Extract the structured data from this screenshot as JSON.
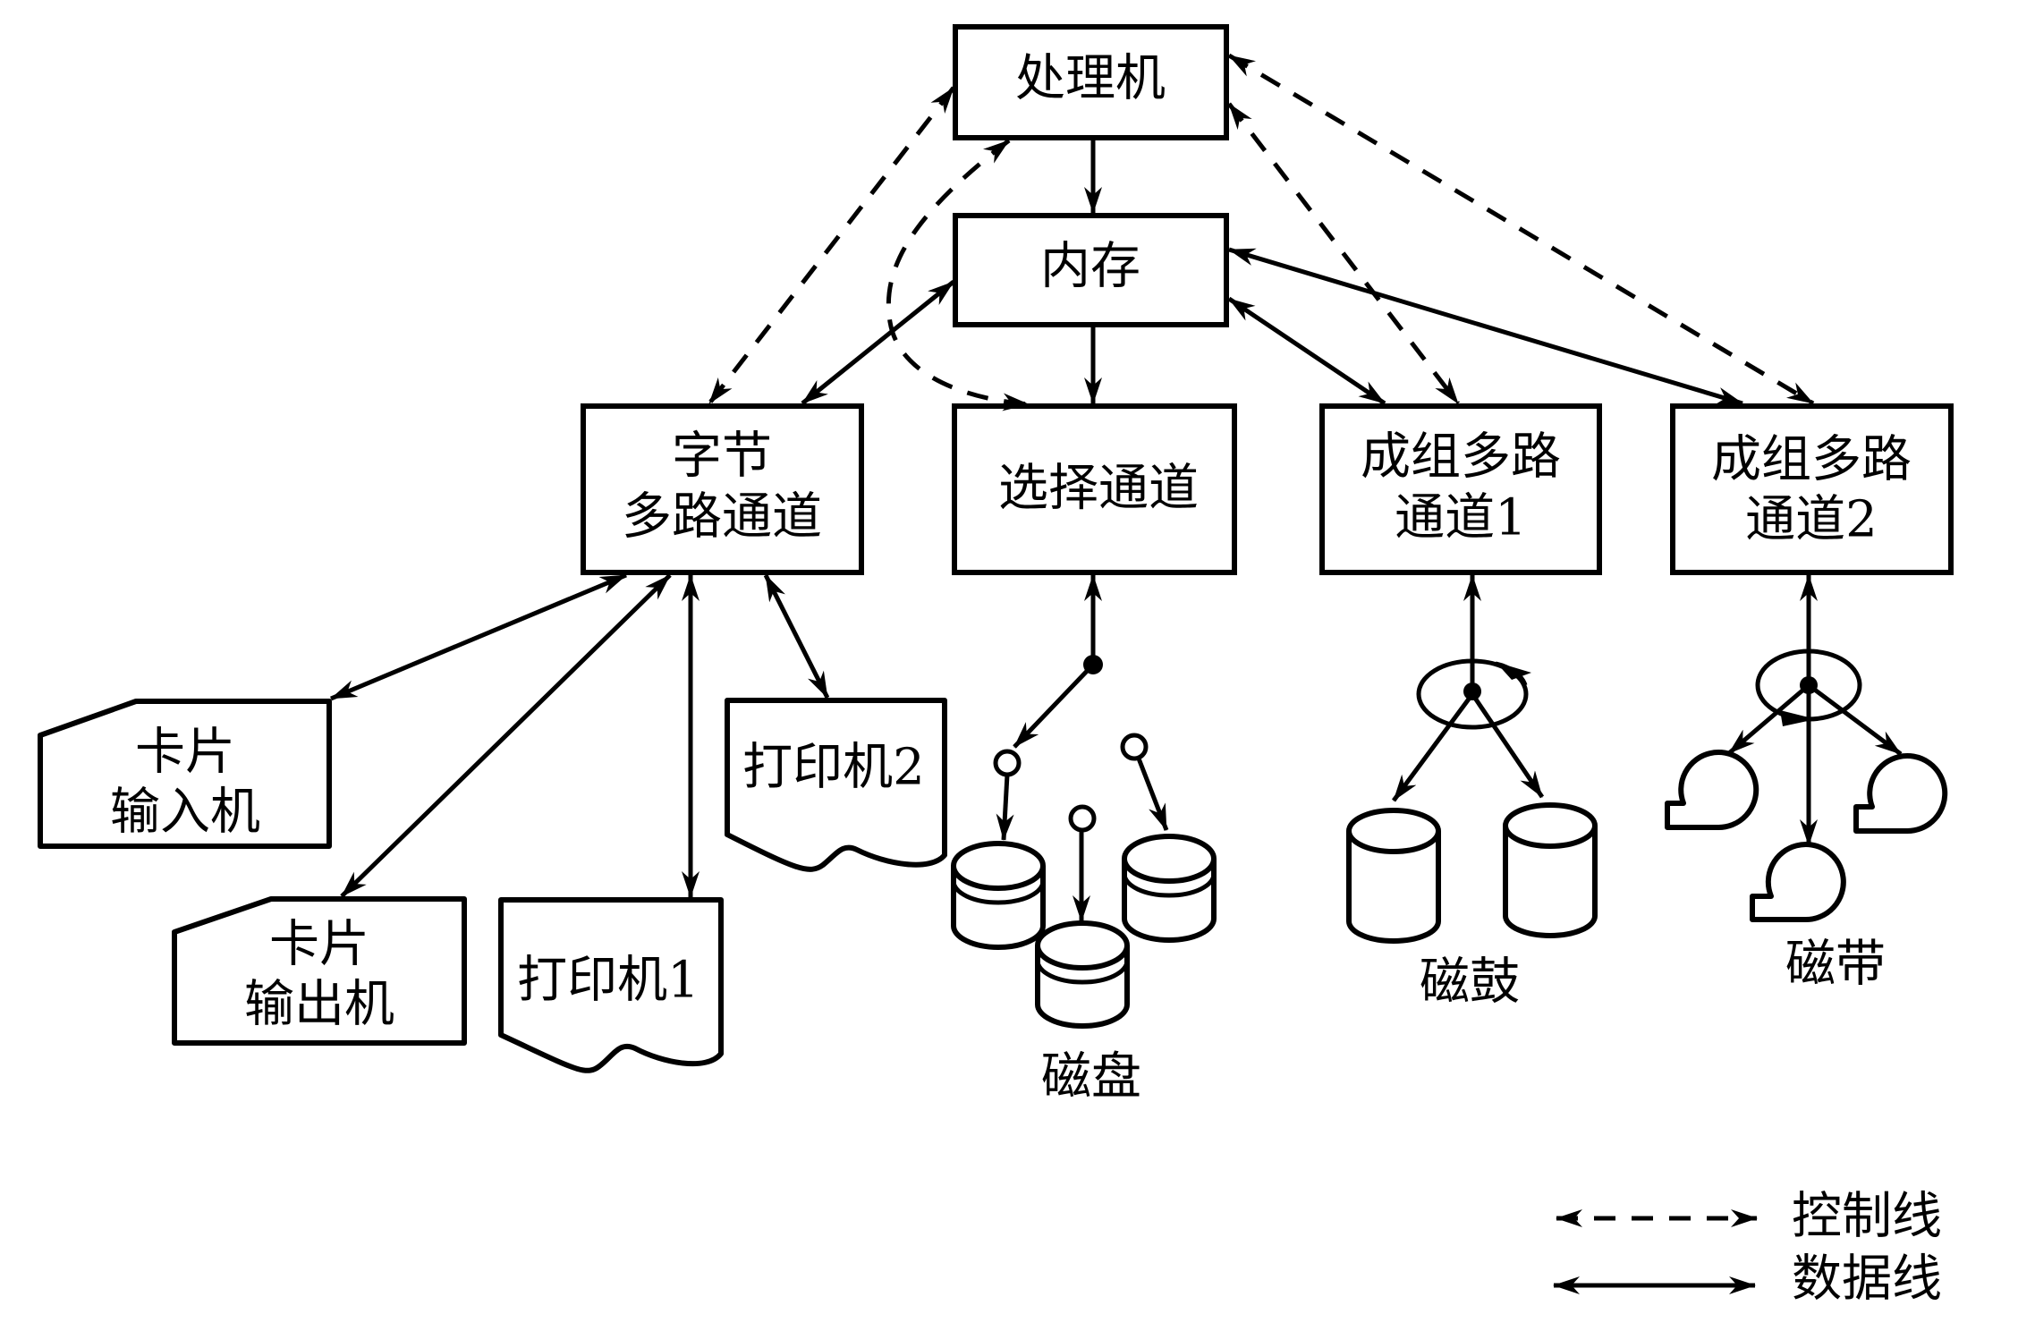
{
  "title": "I/O channel structure diagram",
  "nodes": {
    "processor": {
      "label": "处理机"
    },
    "memory": {
      "label": "内存"
    },
    "byte_channel": {
      "lines": [
        "字节",
        "多路通道"
      ]
    },
    "selector_channel": {
      "lines": [
        "选择通道"
      ]
    },
    "block_channel_1": {
      "lines": [
        "成组多路",
        "通道1"
      ]
    },
    "block_channel_2": {
      "lines": [
        "成组多路",
        "通道2"
      ]
    }
  },
  "devices": {
    "card_reader": {
      "lines": [
        "卡片",
        "输入机"
      ]
    },
    "card_punch": {
      "lines": [
        "卡片",
        "输出机"
      ]
    },
    "printer_1": {
      "label": "打印机1"
    },
    "printer_2": {
      "label": "打印机2"
    },
    "disk_group": {
      "label": "磁盘",
      "count": 3
    },
    "drum_group": {
      "label": "磁鼓",
      "count": 2
    },
    "tape_group": {
      "label": "磁带",
      "count": 3
    }
  },
  "connections": {
    "control": [
      [
        "processor",
        "byte_channel"
      ],
      [
        "processor",
        "selector_channel"
      ],
      [
        "processor",
        "block_channel_1"
      ],
      [
        "processor",
        "block_channel_2"
      ]
    ],
    "data": [
      [
        "processor",
        "memory"
      ],
      [
        "memory",
        "byte_channel"
      ],
      [
        "memory",
        "selector_channel"
      ],
      [
        "memory",
        "block_channel_1"
      ],
      [
        "memory",
        "block_channel_2"
      ],
      [
        "byte_channel",
        "card_reader"
      ],
      [
        "byte_channel",
        "card_punch"
      ],
      [
        "byte_channel",
        "printer_1"
      ],
      [
        "byte_channel",
        "printer_2"
      ],
      [
        "selector_channel",
        "disk_group"
      ],
      [
        "block_channel_1",
        "drum_group"
      ],
      [
        "block_channel_2",
        "tape_group"
      ]
    ]
  },
  "legend": {
    "control_line": "控制线",
    "data_line": "数据线"
  }
}
